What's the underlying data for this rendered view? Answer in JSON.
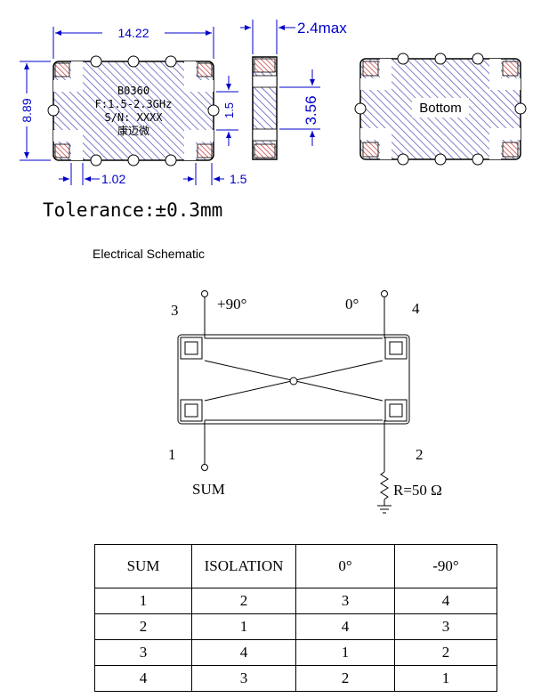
{
  "dimensions": {
    "width": "14.22",
    "height": "8.89",
    "pad_gap": "1.5",
    "pad_width": "1.02",
    "pad_spacing": "1.5",
    "thickness": "2.4max",
    "side_height": "3.56"
  },
  "top_marking": {
    "line1": "B0360",
    "line2": "F:1.5-2.3GHz",
    "line3": "S/N: XXXX",
    "line4": "康迈微"
  },
  "bottom_label": "Bottom",
  "tolerance": "Tolerance:±0.3mm",
  "schematic": {
    "title": "Electrical Schematic",
    "port3": "3",
    "port4": "4",
    "port1": "1",
    "port2": "2",
    "phase_plus90": "+90°",
    "phase_zero": "0°",
    "sum_label": "SUM",
    "resistor_label": "R=50 Ω"
  },
  "table": {
    "headers": [
      "SUM",
      "ISOLATION",
      "0°",
      "-90°"
    ],
    "rows": [
      [
        "1",
        "2",
        "3",
        "4"
      ],
      [
        "2",
        "1",
        "4",
        "3"
      ],
      [
        "3",
        "4",
        "1",
        "2"
      ],
      [
        "4",
        "3",
        "2",
        "1"
      ]
    ]
  },
  "colors": {
    "dimension_blue": "#0000cc",
    "hatch_blue": "#4040b0",
    "pad_red": "#c03030"
  }
}
